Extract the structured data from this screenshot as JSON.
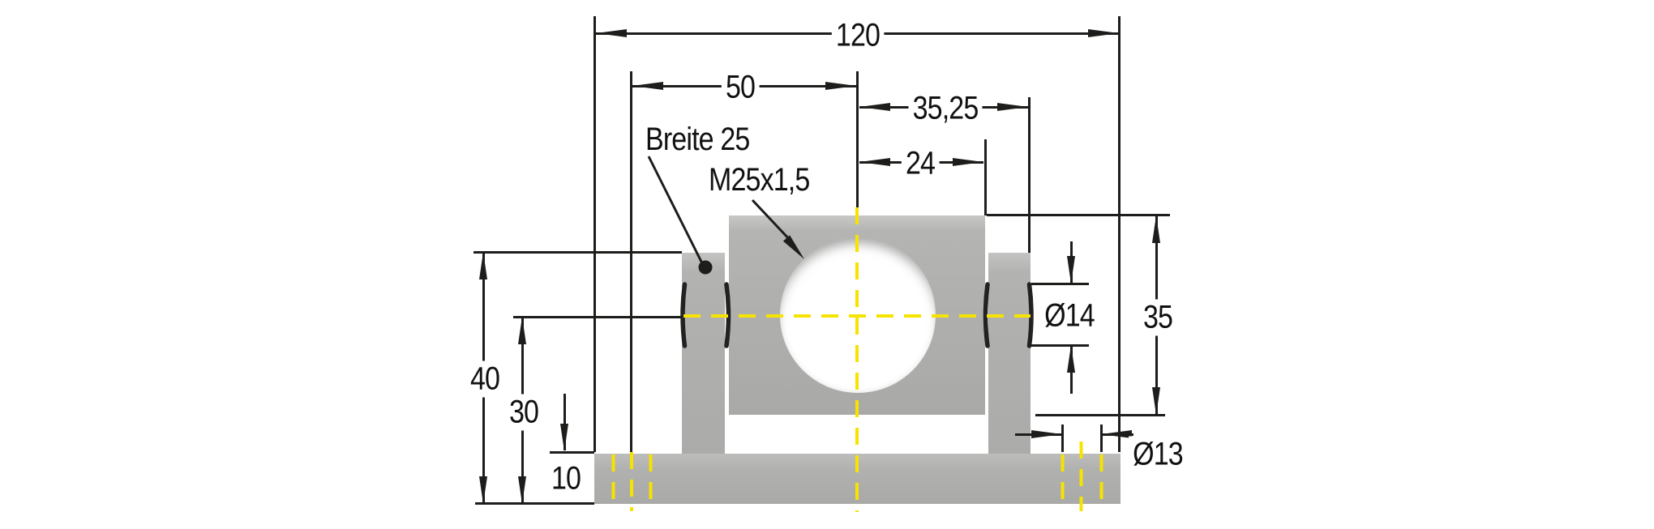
{
  "drawing": {
    "kind": "technical-dimension-drawing",
    "view": "front view of a swivel clamp mount on a base plate",
    "language": "de",
    "notes": {
      "width_note": "Breite 25",
      "thread_note": "M25x1,5"
    },
    "dimensions": {
      "total_base_width": "120",
      "hole_center_to_part_center": "50",
      "center_to_pin_end": "35,25",
      "center_to_block_edge": "24",
      "pin_diameter": "Ø14",
      "block_height": "35",
      "pin_axis_to_base_bottom": "40",
      "centerline_to_base_bottom": "30",
      "base_plate_thickness": "10",
      "mounting_hole_diameter": "Ø13"
    },
    "colors": {
      "part_gray": "#ababa9",
      "centerline_yellow": "#f6e300",
      "line_black": "#1d1d1b",
      "background": "#ffffff"
    }
  }
}
